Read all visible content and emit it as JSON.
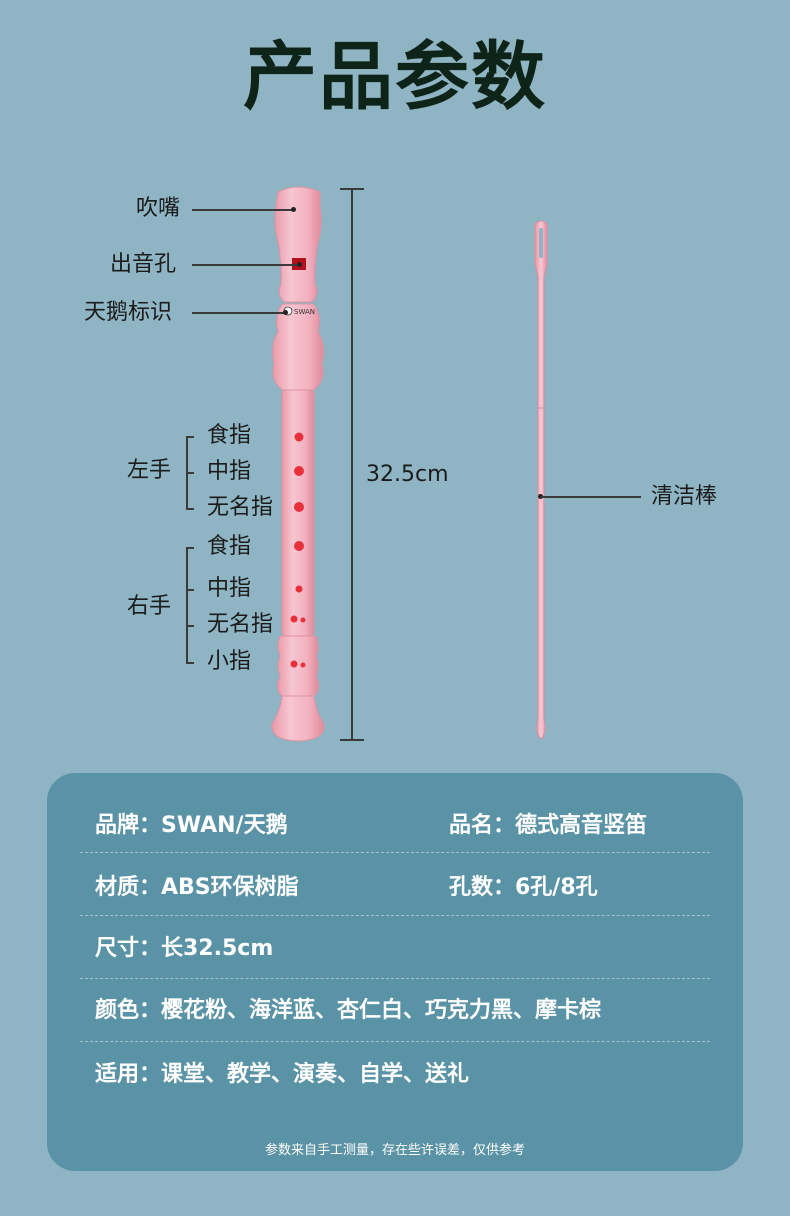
{
  "title": "产品参数",
  "labels": {
    "mouthpiece": "吹嘴",
    "sound_hole": "出音孔",
    "swan_logo": "天鹅标识",
    "left_hand": "左手",
    "right_hand": "右手",
    "left_fingers": [
      "食指",
      "中指",
      "无名指"
    ],
    "right_fingers": [
      "食指",
      "中指",
      "无名指",
      "小指"
    ],
    "length": "32.5cm",
    "cleaning_rod": "清洁棒",
    "logo_text": "SWAN"
  },
  "colors": {
    "background": "#8fb4c3",
    "card": "#5b93a6",
    "recorder_pink": "#f4b3c0",
    "finger_hole": "#e8303d"
  },
  "specs": {
    "brand": "品牌：SWAN/天鹅",
    "name": "品名：德式高音竖笛",
    "material": "材质：ABS环保树脂",
    "holes": "孔数：6孔/8孔",
    "size": "尺寸：长32.5cm",
    "color": "颜色：樱花粉、海洋蓝、杏仁白、巧克力黑、摩卡棕",
    "usage": "适用：课堂、教学、演奏、自学、送礼",
    "note": "参数来自手工测量，存在些许误差，仅供参考"
  }
}
